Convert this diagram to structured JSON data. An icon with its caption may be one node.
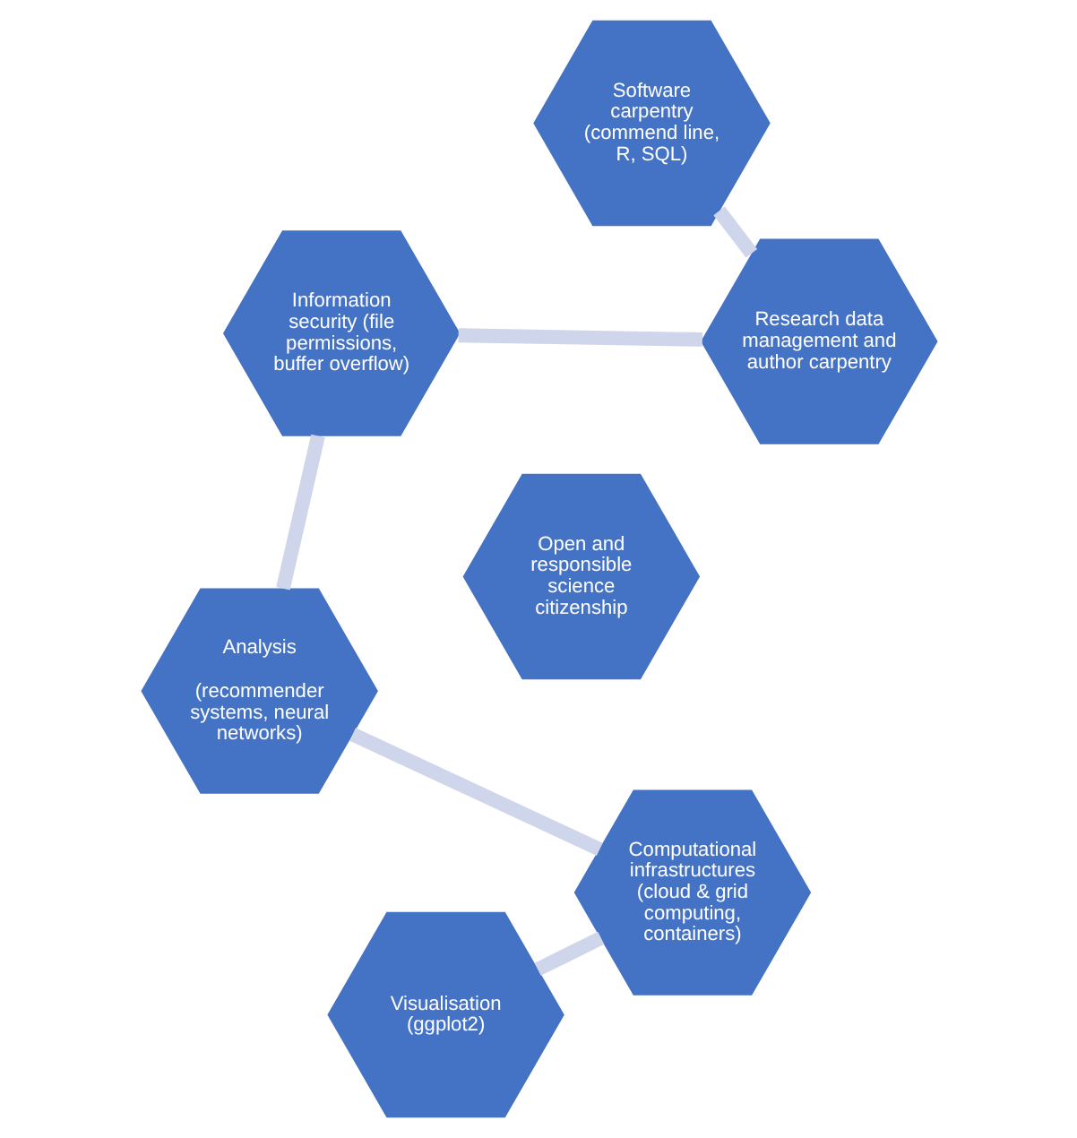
{
  "diagram": {
    "nodes": [
      {
        "text": [
          "Visualisation (ggplot2)"
        ]
      },
      {
        "text": [
          "Computational infrastructures (cloud & grid computing, containers)"
        ]
      },
      {
        "text": [
          "Analysis",
          "(recommender systems, neural networks)"
        ]
      },
      {
        "text": [
          "Information security (file permissions, buffer overflow)"
        ]
      },
      {
        "text": [
          "Research data management and author carpentry"
        ]
      },
      {
        "text": [
          "Software carpentry (commend line, R, SQL)"
        ]
      },
      {
        "text": [
          "Open and responsible science citizenship"
        ]
      }
    ],
    "edges": [
      {
        "from": 0,
        "to": 1,
        "arrow": "none"
      },
      {
        "from": 1,
        "to": 2,
        "arrow": "none"
      },
      {
        "from": 2,
        "to": 3,
        "arrow": "none"
      },
      {
        "from": 3,
        "to": 4,
        "arrow": "none"
      },
      {
        "from": 4,
        "to": 5,
        "arrow": "none"
      }
    ]
  }
}
